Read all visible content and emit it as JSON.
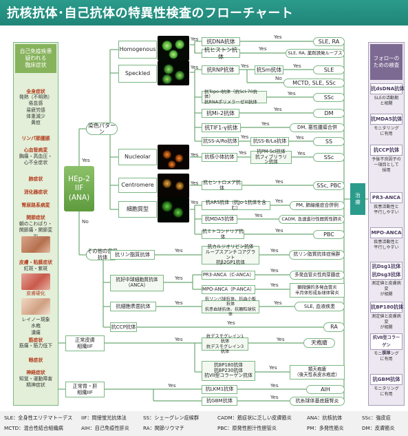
{
  "title": "抗核抗体･自己抗体の特異性検査のフローチャート",
  "left_panel": {
    "header": "自己免疫疾患\n疑われる\n臨床症状",
    "sections": [
      {
        "cat": "全身症状",
        "items": "発熱（不明熱）\n倦怠感\n易疲労感\n体重減少\n黄疸"
      },
      {
        "cat": "リンパ節腫脹",
        "items": ""
      },
      {
        "cat": "心血管病変",
        "items": "胸痛・高血圧・\n心不全症状"
      },
      {
        "cat": "肺症状",
        "items": ""
      },
      {
        "cat": "消化器症状",
        "items": ""
      },
      {
        "cat": "腎尿路系病変",
        "items": ""
      },
      {
        "cat": "関節症状",
        "items": "朝のこわばり・\n関節痛・関節変形"
      },
      {
        "cat": "皮膚・粘膜症状",
        "items": "紅斑・紫斑"
      },
      {
        "cat": "",
        "items": "皮膚硬化"
      },
      {
        "cat": "",
        "items": "レイノー現象\n水疱\n潰瘍"
      },
      {
        "cat": "筋症状",
        "items": "筋痛・筋力低下"
      },
      {
        "cat": "眼症状",
        "items": ""
      },
      {
        "cat": "神経症状",
        "items": "知覚・運動障害\n精神症状"
      }
    ]
  },
  "hep2": "HEp-2\nIIF\n(ANA)",
  "main_nodes": {
    "staining": "染色パターン",
    "other": "その他の自己抗体",
    "homogenous": "Homogenous",
    "speckled": "Speckled",
    "nucleolar": "Nucleolar",
    "centromere": "Centromere",
    "cytoplasm": "細胞質型",
    "normal_skin": "正常皮膚\n組織IIF",
    "normal_stomach": "正常胃・肝\n組織IIF"
  },
  "tests": {
    "dna": "抗DNA抗体",
    "histone": "抗ヒストン抗体",
    "rnp": "抗RNP抗体",
    "sm": "抗Sm抗体",
    "topo": "抗Topo-I抗体（抗Scl-70抗体）\n抗RNAポリメラーゼIII抗体",
    "mi2": "抗Mi-2抗体",
    "tif1": "抗TIF1-γ抗体",
    "ssa": "抗SS-A/Ro抗体",
    "ssb": "抗SS-B/La抗体",
    "nucleolus": "抗核小体抗体",
    "pmscl": "抗PM-Scl抗体\n抗フィブリラリン抗体",
    "centromere_ab": "抗セントロメア抗体",
    "ars": "抗ARS抗体（抗Jo-1抗体を含む）",
    "mda5": "抗MDA5抗体",
    "mito": "抗ミトコンドリア抗体",
    "phospholipid": "抗リン脂質抗体",
    "cardiolipin": "抗カルジオリピン抗体\nループスアンチコアグラント\n抗β2GP1抗体",
    "anca": "抗好中球細胞質抗体\n（ANCA）",
    "pr3": "PR3-ANCA（C-ANCA）",
    "mpo": "MPO-ANCA（P-ANCA）",
    "cell_surface": "抗細胞表面抗体",
    "lymph_platelet": "抗リンパ球抗体、抗血小板抗体\n抗赤血球抗体、抗顆粒球抗体",
    "ccp": "抗CCP抗体",
    "desmoglein": "抗デスモグレイン1抗体\n抗デスモグレイン3抗体",
    "bp180": "抗BP180抗体\n抗BP230抗体\n抗VII型コラーゲン抗体",
    "lkm1": "抗LKM1抗体",
    "gbm": "抗GBM抗体"
  },
  "results": {
    "sle_ra": "SLE, RA",
    "sle_ra_drug": "SLE, RA, 薬剤誘発ループス",
    "sle": "SLE",
    "mctd_sle_ssc": "MCTD, SLE, SSc",
    "ssc1": "SSc",
    "dm1": "DM",
    "dm_cancer": "DM, 悪性腫瘍合併",
    "ss": "SS",
    "ssc2": "SSc",
    "ssc_pbc": "SSc, PBC",
    "pm_lung": "PM, 肺線維症合併例",
    "cadm": "CADM, 急速進行性間質性肺炎",
    "pbc": "PBC",
    "aps": "抗リン脂質抗体症候群",
    "gpa": "多発血管炎性肉芽腫症",
    "mpa": "顕微鏡的多発血管炎\n半月体形成糸球体腎炎",
    "sle_blood": "SLE, 血液疾患",
    "ra": "RA",
    "pemphigus": "天疱瘡",
    "pemphigoid": "類天疱瘡\n（後天性表皮水疱症）",
    "aih": "AIH",
    "goodpasture": "抗糸球体基底膜腎炎"
  },
  "edge_labels": {
    "yes": "Yes",
    "no": "No"
  },
  "center_bar": "治\n療",
  "right_panel": {
    "header": "フォローの\nための検査",
    "items": [
      {
        "head": "抗dsDNA抗体",
        "note": "SLEの活動期\nと相関"
      },
      {
        "head": "抗MDA5抗体",
        "note": "モニタリング\nに有用"
      },
      {
        "head": "抗CCP抗体",
        "note": "予後不良因子の\n一項目として\n採用"
      },
      {
        "head": "PR3-ANCA",
        "note": "疾患活動性と\n平行しやすい"
      },
      {
        "head": "MPO-ANCA",
        "note": "疾患活動性と\n平行しやすい"
      },
      {
        "head": "抗Dsg1抗体\n抗Dsg3抗体",
        "note": "測定値と皮膚病変\nが相関"
      },
      {
        "head": "抗BP180抗体",
        "note": "測定値と皮膚病変\nが相関"
      },
      {
        "head": "抗Ⅶ型コラーゲン\n抗体",
        "note": "モニタリング\nに有用"
      },
      {
        "head": "抗GBM抗体",
        "note": "モニタリング\nに有用"
      }
    ]
  },
  "legend": [
    "SLE：全身性エリテマトーデス",
    "IIF：間接蛍光抗体法",
    "SS：シェーグレン症候群",
    "CADM：筋症状に乏しい皮膚筋炎",
    "ANA：抗核抗体",
    "SSc：強皮症",
    "MCTD：混合性結合組織病",
    "AIH：自己免疫性肝炎",
    "RA：関節リウマチ",
    "PBC：原発性胆汁性胆管炎",
    "PM：多発性筋炎",
    "DM：皮膚筋炎"
  ],
  "colors": {
    "teal": "#2b9b8c",
    "green": "#7ab783",
    "purple": "#7d6a93"
  }
}
